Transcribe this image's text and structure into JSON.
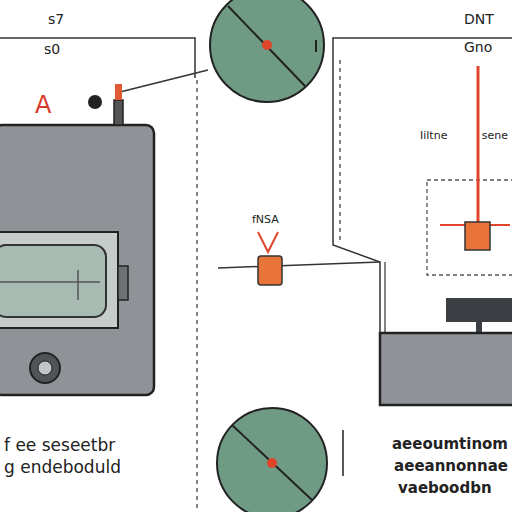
{
  "diagram": {
    "labels": [
      "s7",
      "s0",
      "A",
      "DNT",
      "Gno",
      "Iiltne",
      "sene",
      "fNSA",
      "f ee seseetbr",
      "g endeboduld",
      "aeeoumtinom",
      "aeeannonnae",
      "vaeboodbn"
    ]
  }
}
